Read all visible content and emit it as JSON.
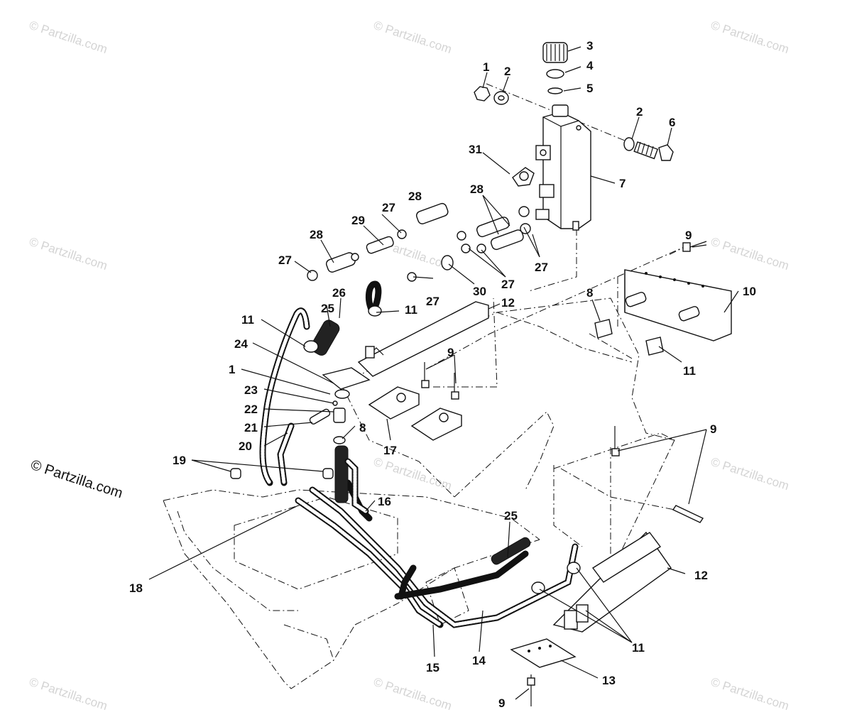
{
  "watermark_text": "© Partzilla.com",
  "copyright_text": "© Partzilla.com",
  "callouts": [
    "1",
    "2",
    "3",
    "4",
    "5",
    "2",
    "6",
    "7",
    "31",
    "28",
    "27",
    "28",
    "29",
    "27",
    "28",
    "27",
    "27",
    "30",
    "27",
    "12",
    "11",
    "26",
    "25",
    "11",
    "24",
    "1",
    "23",
    "22",
    "21",
    "20",
    "19",
    "8",
    "17",
    "9",
    "8",
    "10",
    "11",
    "9",
    "16",
    "18",
    "25",
    "12",
    "11",
    "15",
    "14",
    "13",
    "9"
  ],
  "parts": {
    "tank": "coolant-reservoir",
    "cap": "reservoir-cap"
  }
}
